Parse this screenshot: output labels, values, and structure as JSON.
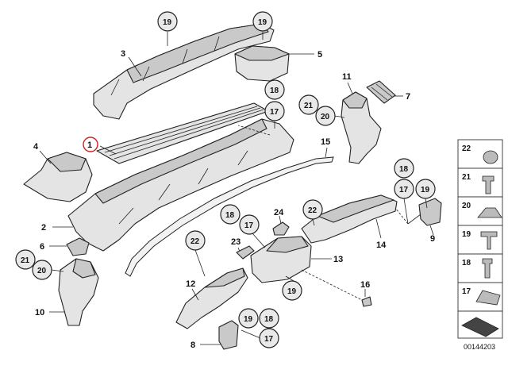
{
  "labels": {
    "l1": "1",
    "l2": "2",
    "l3": "3",
    "l4": "4",
    "l5": "5",
    "l6": "6",
    "l7": "7",
    "l8": "8",
    "l9": "9",
    "l10": "10",
    "l11": "11",
    "l12": "12",
    "l13": "13",
    "l14": "14",
    "l15": "15",
    "l16": "16",
    "l24": "24"
  },
  "callouts": {
    "c19a": "19",
    "c19b": "19",
    "c18a": "18",
    "c17a": "17",
    "c21a": "21",
    "c20a": "20",
    "c18b": "18",
    "c17b": "17",
    "c19c": "19",
    "c22a": "22",
    "c18c": "18",
    "c17c": "17",
    "c21b": "21",
    "c20b": "20",
    "c22b": "22",
    "c23": "23",
    "c19d": "19",
    "c19e": "19",
    "c18d": "18",
    "c17d": "17"
  },
  "legend": {
    "items": [
      "22",
      "21",
      "20",
      "19",
      "18",
      "17"
    ]
  },
  "diagram_code": "00144203",
  "colors": {
    "highlight": "#cc2222",
    "part_fill": "#e4e4e4",
    "callout_fill": "#e9e9e9"
  }
}
